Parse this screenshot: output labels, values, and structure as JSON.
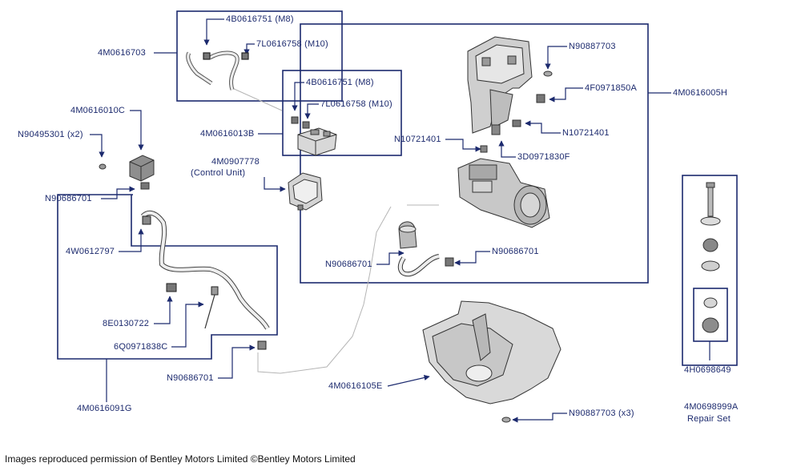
{
  "labels": {
    "p4M0616703": "4M0616703",
    "p4B0616751_top": "4B0616751 (M8)",
    "p7L0616758_top": "7L0616758 (M10)",
    "p4B0616751_mid": "4B0616751 (M8)",
    "p7L0616758_mid": "7L0616758 (M10)",
    "p4M0616013B": "4M0616013B",
    "p4M0616010C": "4M0616010C",
    "pN90495301": "N90495301 (x2)",
    "pN90686701_left": "N90686701",
    "p4M0907778": "4M0907778",
    "control_unit": "(Control Unit)",
    "p4W0612797": "4W0612797",
    "p8E0130722": "8E0130722",
    "p6Q0971838C": "6Q0971838C",
    "pN90686701_bottom": "N90686701",
    "p4M0616091G": "4M0616091G",
    "pN90887703_top": "N90887703",
    "p4F0971850A": "4F0971850A",
    "p4M0616005H": "4M0616005H",
    "pN10721401_right": "N10721401",
    "pN10721401_left": "N10721401",
    "p3D0971830F": "3D0971830F",
    "pN90686701_mid_left": "N90686701",
    "pN90686701_mid_right": "N90686701",
    "p4M0616105E": "4M0616105E",
    "pN90887703_x3": "N90887703 (x3)",
    "p4H0698649": "4H0698649",
    "p4M0698999A": "4M0698999A",
    "repair_set": "Repair Set"
  },
  "footer": {
    "credit": "Images reproduced permission of Bentley Motors Limited ©Bentley Motors Limited"
  },
  "colors": {
    "callout": "#1c2a6e",
    "part_line": "#333333",
    "part_fill": "#dcdcdc",
    "part_dark": "#8a8a8a"
  }
}
